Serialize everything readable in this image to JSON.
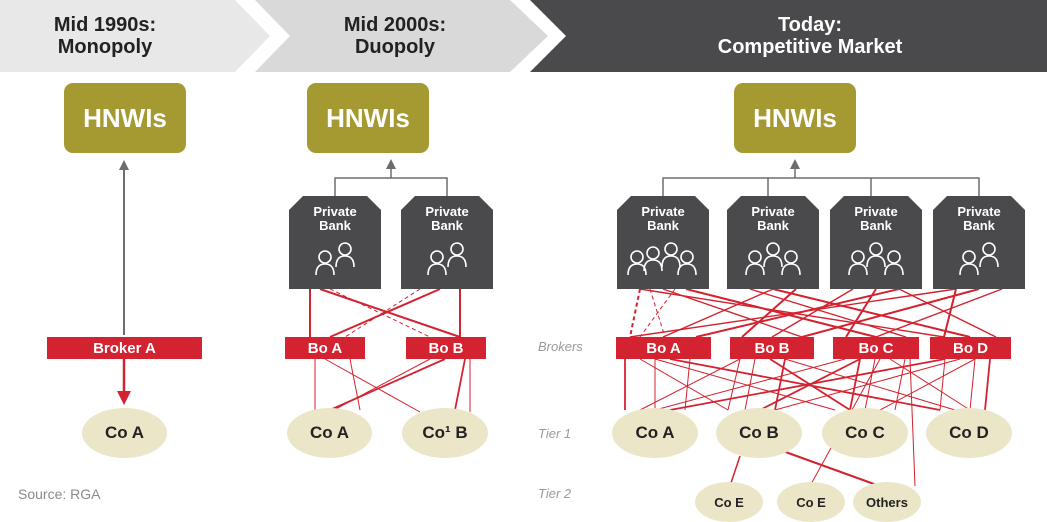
{
  "headers": [
    {
      "line1": "Mid 1990s:",
      "line2": "Monopoly"
    },
    {
      "line1": "Mid 2000s:",
      "line2": "Duopoly"
    },
    {
      "line1": "Today:",
      "line2": "Competitive Market"
    }
  ],
  "colors": {
    "hnwi": "#a59a32",
    "bank": "#4a4a4c",
    "broker": "#d32230",
    "company": "#ece6c8",
    "connector": "#d32230",
    "arrow": "#6d6d6f",
    "header1": "#e8e8e8",
    "header2": "#d9d9d9",
    "header3": "#4a4a4c"
  },
  "hnwi_label": "HNWIs",
  "bank_label": "Private Bank",
  "bank_icon": "people-group-icon",
  "panel1": {
    "broker": "Broker A",
    "companies": [
      "Co A"
    ]
  },
  "panel2": {
    "brokers": [
      "Bo A",
      "Bo B"
    ],
    "companies": [
      "Co A",
      "Co¹ B"
    ]
  },
  "panel3": {
    "brokers": [
      "Bo A",
      "Bo B",
      "Bo C",
      "Bo D"
    ],
    "tier1": [
      "Co A",
      "Co B",
      "Co C",
      "Co D"
    ],
    "tier2": [
      "Co E",
      "Co E",
      "Others"
    ]
  },
  "tier_labels": {
    "brokers": "Brokers",
    "tier1": "Tier 1",
    "tier2": "Tier 2"
  },
  "source": "Source: RGA"
}
